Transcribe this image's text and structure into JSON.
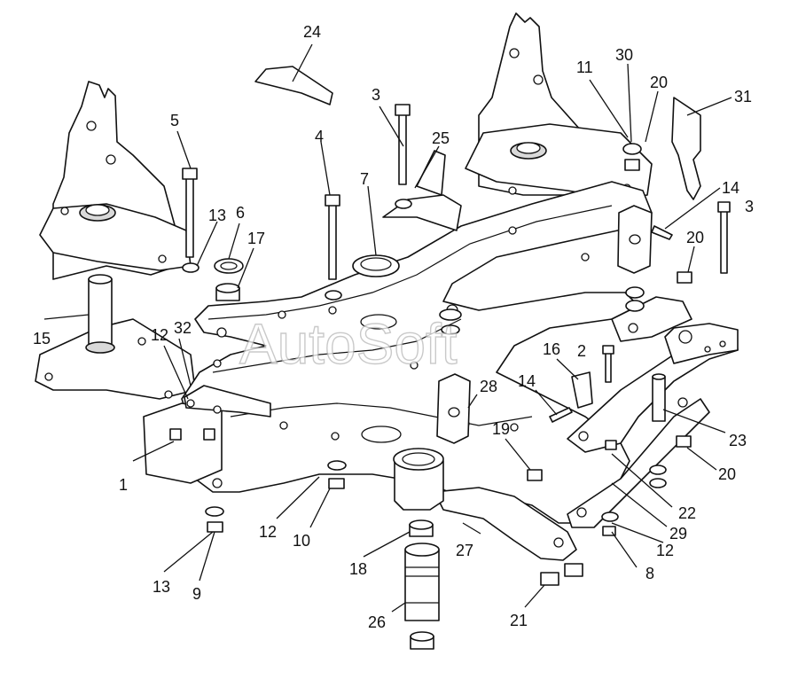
{
  "watermark": "AutoSoft",
  "callouts": [
    {
      "id": "c24",
      "text": "24"
    },
    {
      "id": "c3a",
      "text": "3"
    },
    {
      "id": "c30",
      "text": "30"
    },
    {
      "id": "c11",
      "text": "11"
    },
    {
      "id": "c20a",
      "text": "20"
    },
    {
      "id": "c31",
      "text": "31"
    },
    {
      "id": "c5",
      "text": "5"
    },
    {
      "id": "c4",
      "text": "4"
    },
    {
      "id": "c25",
      "text": "25"
    },
    {
      "id": "c7",
      "text": "7"
    },
    {
      "id": "c14a",
      "text": "14"
    },
    {
      "id": "c3b",
      "text": "3"
    },
    {
      "id": "c13a",
      "text": "13"
    },
    {
      "id": "c6",
      "text": "6"
    },
    {
      "id": "c17",
      "text": "17"
    },
    {
      "id": "c20b",
      "text": "20"
    },
    {
      "id": "c15",
      "text": "15"
    },
    {
      "id": "c12a",
      "text": "12"
    },
    {
      "id": "c32",
      "text": "32"
    },
    {
      "id": "c16",
      "text": "16"
    },
    {
      "id": "c2",
      "text": "2"
    },
    {
      "id": "c28",
      "text": "28"
    },
    {
      "id": "c14b",
      "text": "14"
    },
    {
      "id": "c19",
      "text": "19"
    },
    {
      "id": "c23",
      "text": "23"
    },
    {
      "id": "c1",
      "text": "1"
    },
    {
      "id": "c20c",
      "text": "20"
    },
    {
      "id": "c22",
      "text": "22"
    },
    {
      "id": "c29",
      "text": "29"
    },
    {
      "id": "c12b",
      "text": "12"
    },
    {
      "id": "c12c",
      "text": "12"
    },
    {
      "id": "c10",
      "text": "10"
    },
    {
      "id": "c27",
      "text": "27"
    },
    {
      "id": "c8",
      "text": "8"
    },
    {
      "id": "c18",
      "text": "18"
    },
    {
      "id": "c13b",
      "text": "13"
    },
    {
      "id": "c9",
      "text": "9"
    },
    {
      "id": "c21",
      "text": "21"
    },
    {
      "id": "c26",
      "text": "26"
    }
  ]
}
